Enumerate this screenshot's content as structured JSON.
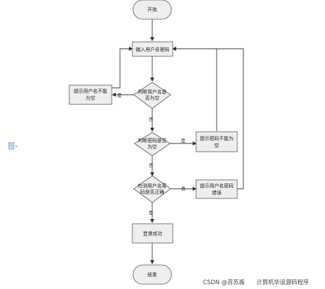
{
  "nodes": {
    "start": "开始",
    "input": "输入用户名密码",
    "check_user_empty": [
      "判断用户名是",
      "否为空"
    ],
    "prompt_user_empty": [
      "提示用户名不能",
      "为空"
    ],
    "check_pass_empty": [
      "判断密码是否",
      "为空"
    ],
    "prompt_pass_empty": [
      "提示密码不能为",
      "空"
    ],
    "check_correct": [
      "检测用户名密",
      "码是否正确"
    ],
    "prompt_wrong": [
      "提示用户名密码",
      "错误"
    ],
    "login_success": "登录成功",
    "end": "结束"
  },
  "edge_labels": {
    "yes": "是",
    "no": "否"
  },
  "watermark": {
    "csdn": "CSDN @苏苏酱",
    "author": "计算机毕设源码程序"
  },
  "colors": {
    "node_fill": "#eeeeee",
    "stroke": "#555555",
    "line": "#333333",
    "doc_icon": "#4a7fc1"
  }
}
